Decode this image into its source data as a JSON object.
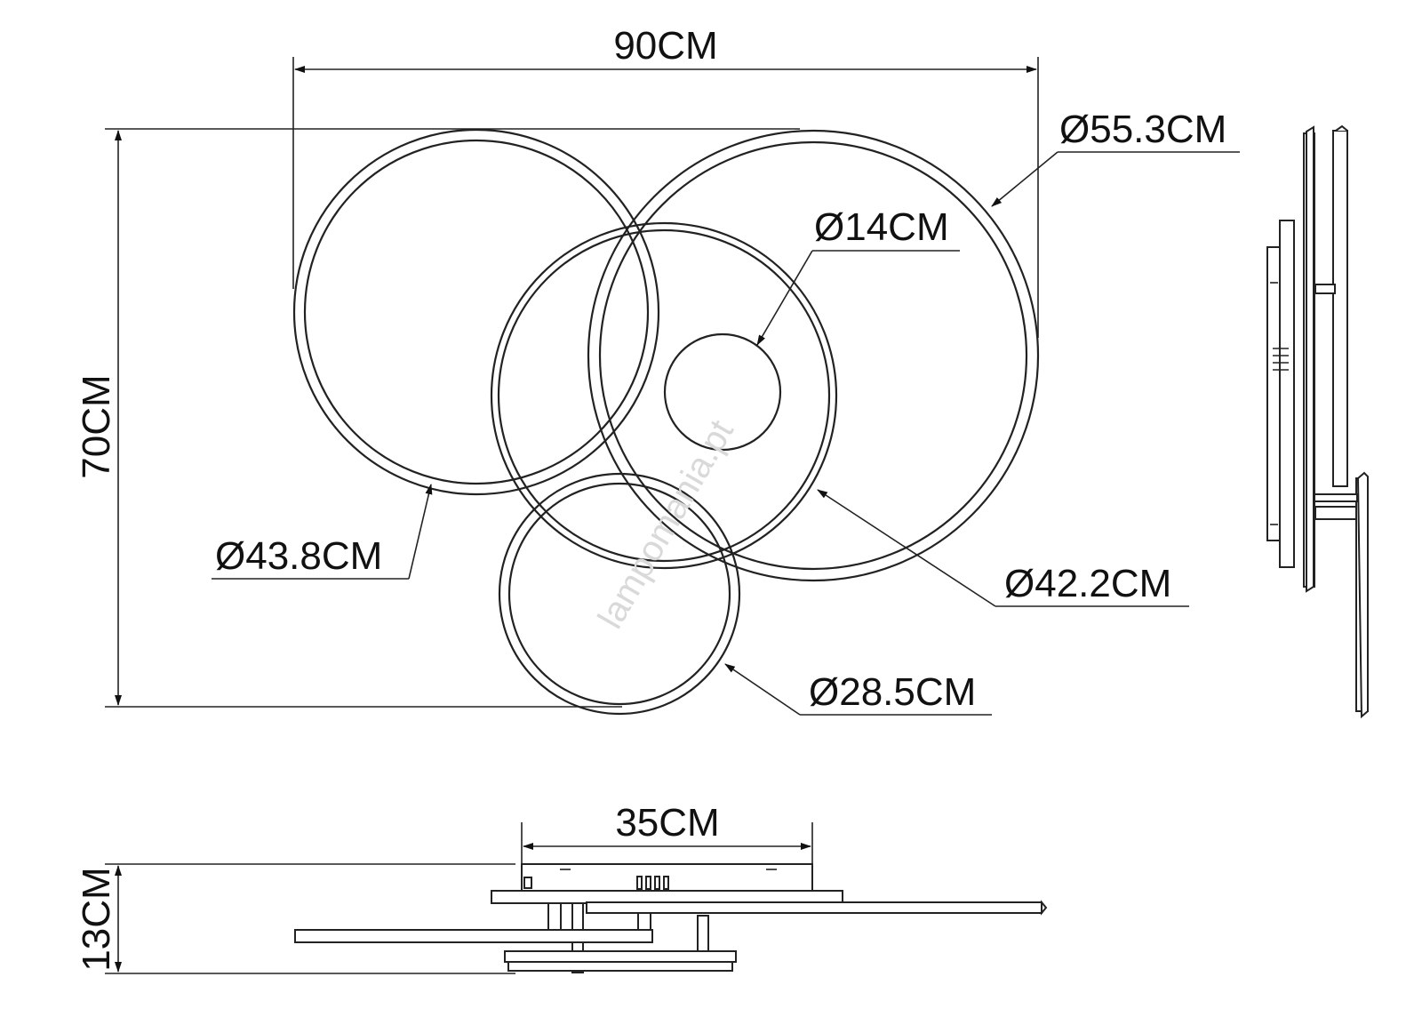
{
  "dimensions": {
    "width": "90CM",
    "height": "70CM",
    "ring_large": "Ø55.3CM",
    "center_disc": "Ø14CM",
    "ring_left": "Ø43.8CM",
    "ring_middle": "Ø42.2CM",
    "ring_small": "Ø28.5CM",
    "base_width": "35CM",
    "depth": "13CM"
  },
  "watermark": "lampomania.pt",
  "colors": {
    "line": "#222222",
    "text": "#111111",
    "watermark": "#d9d9d9"
  }
}
